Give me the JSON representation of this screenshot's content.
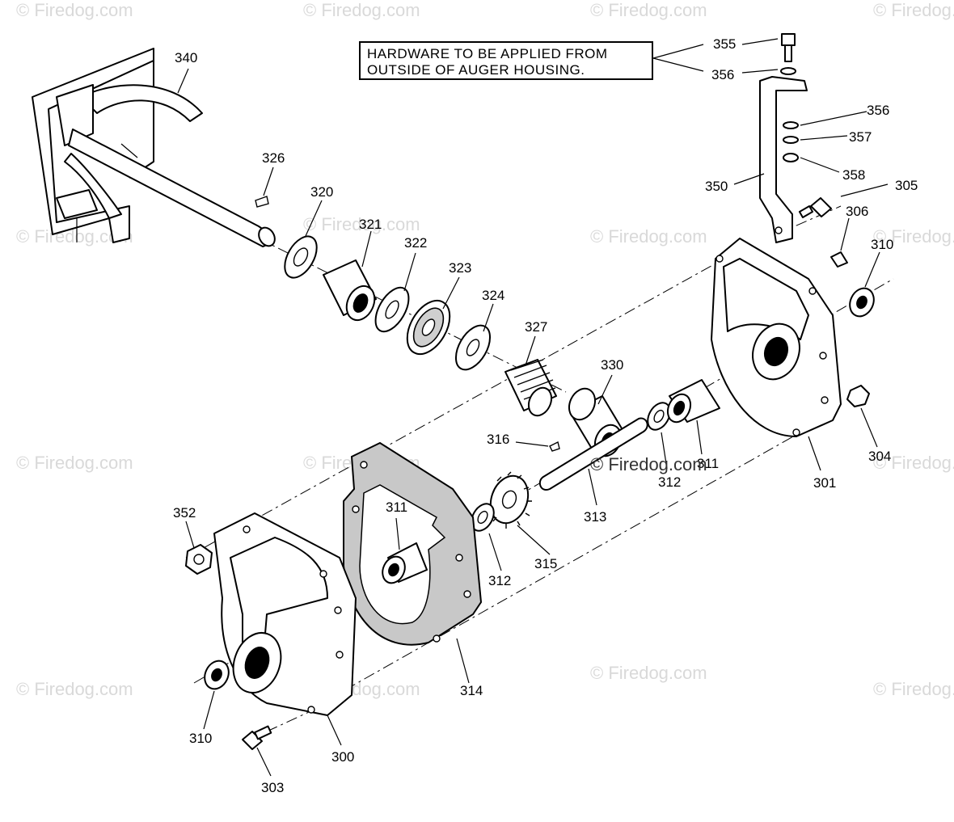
{
  "note": {
    "line1": "HARDWARE TO BE APPLIED FROM",
    "line2": "OUTSIDE OF AUGER HOUSING."
  },
  "watermark": "© Firedog.com",
  "callouts": {
    "c355": "355",
    "c356a": "356",
    "c356b": "356",
    "c357": "357",
    "c358": "358",
    "c350": "350",
    "c305": "305",
    "c306": "306",
    "c310a": "310",
    "c340": "340",
    "c326": "326",
    "c320": "320",
    "c321": "321",
    "c322": "322",
    "c323": "323",
    "c324": "324",
    "c327": "327",
    "c330": "330",
    "c316": "316",
    "c311a": "311",
    "c312a": "312",
    "c313": "313",
    "c301": "301",
    "c304": "304",
    "c352": "352",
    "c311b": "311",
    "c312b": "312",
    "c315": "315",
    "c314": "314",
    "c310b": "310",
    "c300": "300",
    "c303": "303"
  },
  "colors": {
    "line": "#000000",
    "background": "#ffffff",
    "watermark": "#d9d9d9",
    "gasket_fill": "#c8c8c8"
  }
}
